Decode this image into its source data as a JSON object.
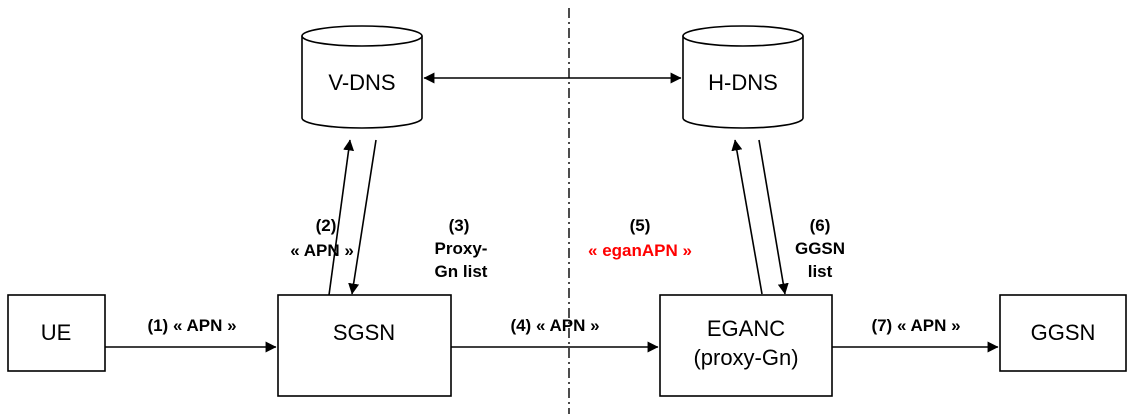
{
  "nodes": {
    "ue": "UE",
    "sgsn": "SGSN",
    "eganc_line1": "EGANC",
    "eganc_line2": "(proxy-Gn)",
    "ggsn": "GGSN",
    "vdns": "V-DNS",
    "hdns": "H-DNS"
  },
  "labels": {
    "step1": "(1) « APN »",
    "step2_num": "(2)",
    "step2_text": "« APN »",
    "step3_num": "(3)",
    "step3_line1": "Proxy-",
    "step3_line2": "Gn list",
    "step4": "(4) « APN »",
    "step5_num": "(5)",
    "step5_text": "« eganAPN »",
    "step6_num": "(6)",
    "step6_line1": "GGSN",
    "step6_line2": "list",
    "step7": "(7) « APN »"
  },
  "colors": {
    "highlight": "#ff0000"
  }
}
